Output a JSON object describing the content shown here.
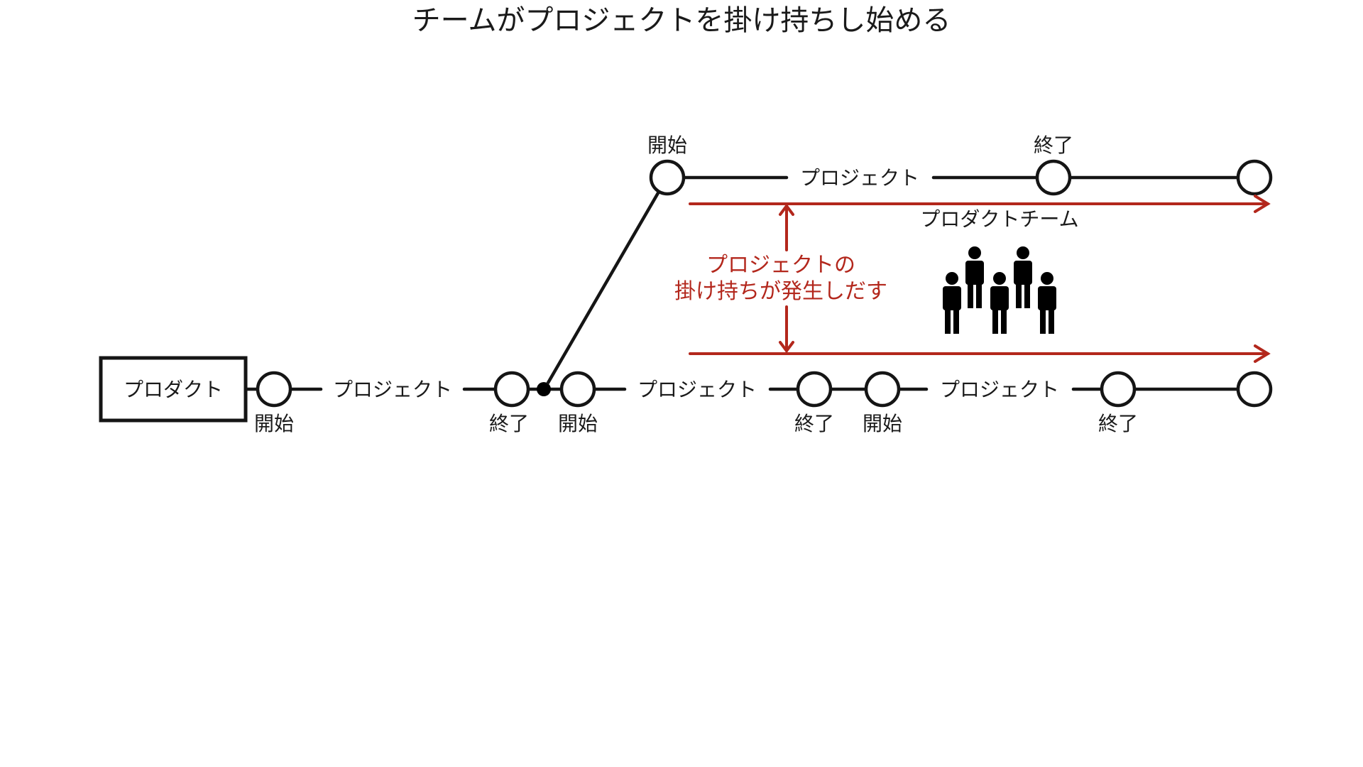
{
  "title": "チームがプロジェクトを掛け持ちし始める",
  "product_box": {
    "label": "プロダクト"
  },
  "lower_track": {
    "projects": [
      "プロジェクト",
      "プロジェクト",
      "プロジェクト"
    ],
    "node_labels": [
      "開始",
      "終了",
      "開始",
      "終了",
      "開始",
      "終了"
    ]
  },
  "upper_track": {
    "project": "プロジェクト",
    "start_label": "開始",
    "end_label": "終了"
  },
  "team": {
    "label": "プロダクトチーム",
    "annotation_line1": "プロジェクトの",
    "annotation_line2": "掛け持ちが発生しだす",
    "member_count": 5
  },
  "colors": {
    "line": "#151515",
    "accent_red": "#b3271c",
    "background": "#ffffff"
  }
}
